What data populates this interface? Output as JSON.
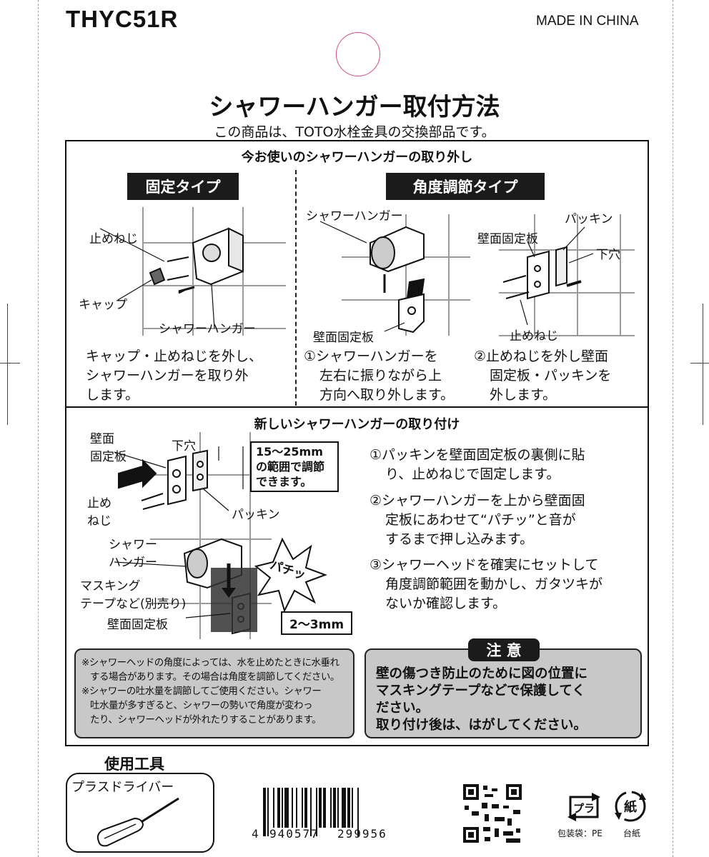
{
  "header": {
    "model": "THYC51R",
    "origin": "MADE IN CHINA"
  },
  "title": "シャワーハンガー取付方法",
  "subtitle": "この商品は、TOTO水栓金具の交換部品です。",
  "removal": {
    "heading": "今お使いのシャワーハンガーの取り外し",
    "fixed_type": {
      "badge": "固定タイプ",
      "labels": {
        "screw": "止めねじ",
        "cap": "キャップ",
        "hanger": "シャワーハンガー"
      },
      "text": [
        "キャップ・止めねじを外し、",
        "シャワーハンガーを取り外",
        "します。"
      ]
    },
    "angle_type": {
      "badge": "角度調節タイプ",
      "labels": {
        "hanger": "シャワーハンガー",
        "plate1": "壁面固定板",
        "plate2": "壁面固定板",
        "packing": "パッキン",
        "hole": "下穴",
        "screw": "止めねじ"
      },
      "step1": [
        "①シャワーハンガーを",
        "左右に振りながら上",
        "方向へ取り外します。"
      ],
      "step2": [
        "②止めねじを外し壁面",
        "固定板・パッキンを",
        "外します。"
      ]
    }
  },
  "install": {
    "heading": "新しいシャワーハンガーの取り付け",
    "labels": {
      "plate_a": "壁面",
      "plate_b": "固定板",
      "hole": "下穴",
      "range_box": [
        "15〜25mm",
        "の範囲で調節",
        "できます。"
      ],
      "screw_a": "止め",
      "screw_b": "ねじ",
      "packing": "パッキン",
      "hanger_a": "シャワー",
      "hanger_b": "ハンガー",
      "tape_a": "マスキング",
      "tape_b": "テープなど(別売り)",
      "plate2": "壁面固定板",
      "click": "パチッ",
      "gap": "2〜3mm"
    },
    "steps": [
      [
        "①パッキンを壁面固定板の裏側に貼",
        "り、止めねじで固定します。"
      ],
      [
        "②シャワーハンガーを上から壁面固",
        "定板にあわせて“パチッ”と音が",
        "するまで押し込みます。"
      ],
      [
        "③シャワーヘッドを確実にセットして",
        "角度調節範囲を動かし、ガタツキが",
        "ないか確認します。"
      ]
    ]
  },
  "notes": [
    "※シャワーヘッドの角度によっては、水を止めたときに水垂れ",
    "する場合があります。その場合は角度を調節してください。",
    "※シャワーの吐水量を調節してご使用ください。シャワー",
    "吐水量が多すぎると、シャワーの勢いで角度が変わっ",
    "たり、シャワーヘッドが外れたりすることがあります。"
  ],
  "caution": {
    "badge": "注 意",
    "lines": [
      "壁の傷つき防止のために図の位置に",
      "マスキングテープなどで保護してく",
      "ださい。",
      "取り付け後は、はがしてください。"
    ]
  },
  "tools": {
    "heading": "使用工具",
    "tool": "プラスドライバー"
  },
  "barcode": {
    "lead": "4",
    "group1": "940577",
    "group2": "299956"
  },
  "recycle": {
    "pla_mark": "プラ",
    "paper_mark": "紙",
    "bag_label": "包装袋：PE",
    "paper_label": "台紙"
  }
}
